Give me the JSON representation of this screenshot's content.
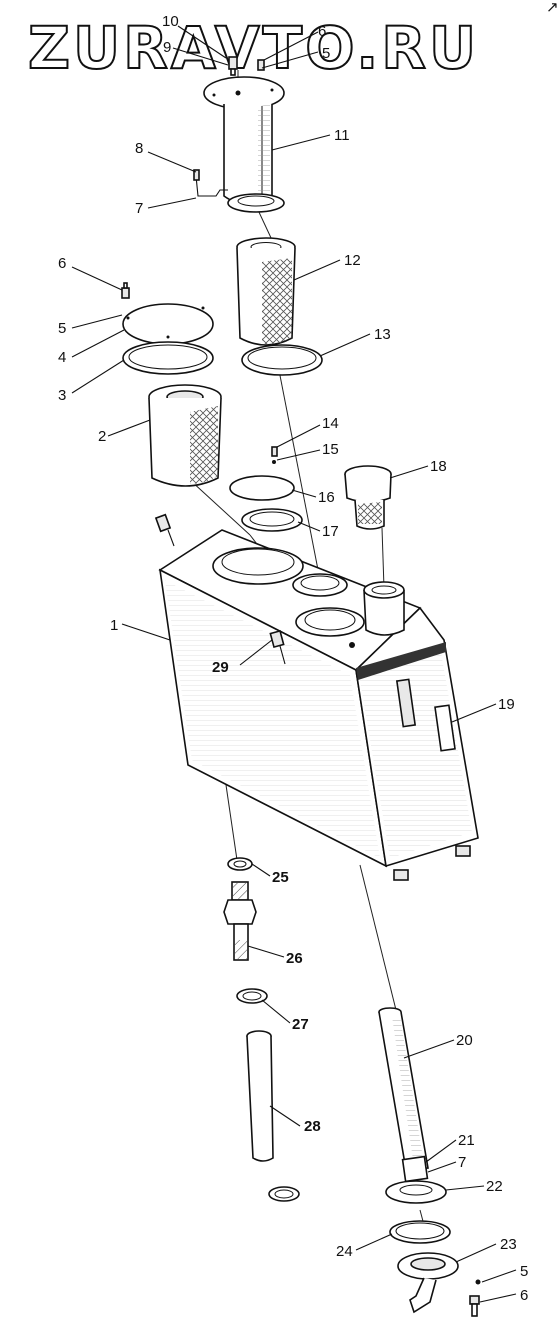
{
  "watermark": "ZURAVTO.RU",
  "corner_mark": "↗",
  "callouts": {
    "c1": "1",
    "c2": "2",
    "c3": "3",
    "c4": "4",
    "c5a": "5",
    "c5b": "5",
    "c5c": "5",
    "c6a": "6",
    "c6b": "6",
    "c6c": "6",
    "c7a": "7",
    "c7b": "7",
    "c8": "8",
    "c9": "9",
    "c10": "10",
    "c11": "11",
    "c12": "12",
    "c13": "13",
    "c14": "14",
    "c15": "15",
    "c16": "16",
    "c17": "17",
    "c18": "18",
    "c19": "19",
    "c20": "20",
    "c21": "21",
    "c22": "22",
    "c23": "23",
    "c24": "24",
    "c25": "25",
    "c26": "26",
    "c27": "27",
    "c28": "28",
    "c29": "29"
  }
}
